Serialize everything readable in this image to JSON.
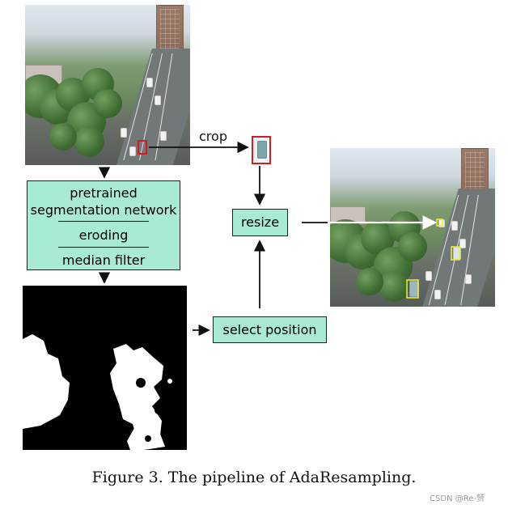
{
  "diagram": {
    "crop_label": "crop",
    "stage1_lines": [
      "pretrained",
      "segmentation network",
      "eroding",
      "median filter"
    ],
    "resize_label": "resize",
    "select_position_label": "select position",
    "caption": "Figure 3. The pipeline of AdaResampling.",
    "watermark": "CSDN @Re-赟"
  },
  "colors": {
    "box_fill": "#a9ead5",
    "crop_box": "#d71920",
    "result_box": "#f2ef2f"
  }
}
